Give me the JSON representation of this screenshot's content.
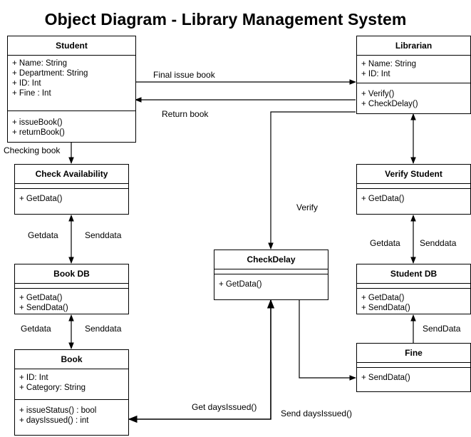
{
  "title": "Object Diagram - Library Management System",
  "classes": {
    "student": {
      "name": "Student",
      "attributes": [
        "+ Name: String",
        "+ Department: String",
        "+ ID: Int",
        "+ Fine : Int"
      ],
      "methods": [
        "+ issueBook()",
        "+ returnBook()"
      ]
    },
    "librarian": {
      "name": "Librarian",
      "attributes": [
        "+ Name: String",
        "+ ID: Int"
      ],
      "methods": [
        "+ Verify()",
        "+ CheckDelay()"
      ]
    },
    "check_availability": {
      "name": "Check Availability",
      "attributes": [],
      "methods": [
        "+ GetData()"
      ]
    },
    "verify_student": {
      "name": "Verify Student",
      "attributes": [],
      "methods": [
        "+ GetData()"
      ]
    },
    "book_db": {
      "name": "Book DB",
      "attributes": [],
      "methods": [
        "+ GetData()",
        "+ SendData()"
      ]
    },
    "check_delay": {
      "name": "CheckDelay",
      "attributes": [],
      "methods": [
        "+ GetData()"
      ]
    },
    "student_db": {
      "name": "Student DB",
      "attributes": [],
      "methods": [
        "+ GetData()",
        "+ SendData()"
      ]
    },
    "book": {
      "name": "Book",
      "attributes": [
        "+ ID: Int",
        "+ Category: String"
      ],
      "methods": [
        "+ issueStatus() : bool",
        "+ daysIssued() : int"
      ]
    },
    "fine": {
      "name": "Fine",
      "attributes": [],
      "methods": [
        "+ SendData()"
      ]
    }
  },
  "labels": {
    "final_issue_book": "Final issue book",
    "return_book": "Return book",
    "checking_book": "Checking book",
    "verify": "Verify",
    "getdata_left_1": "Getdata",
    "senddata_left_1": "Senddata",
    "getdata_left_2": "Getdata",
    "senddata_left_2": "Senddata",
    "getdata_right": "Getdata",
    "senddata_right": "Senddata",
    "senddata_fine": "SendData",
    "get_days_issued": "Get daysIssued()",
    "send_days_issued": "Send daysIssued()"
  }
}
